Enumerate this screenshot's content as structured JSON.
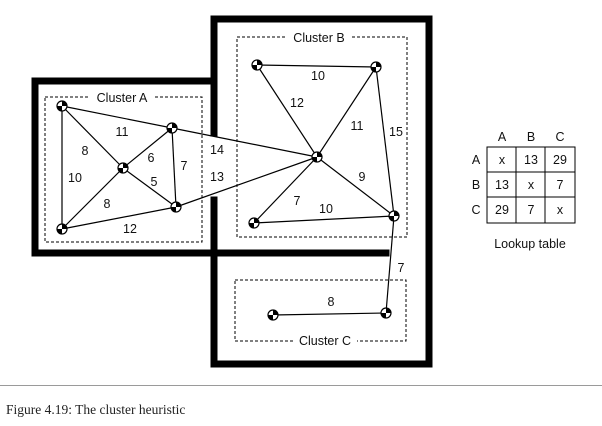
{
  "diagram": {
    "clusters": [
      {
        "id": "A",
        "label": "Cluster A"
      },
      {
        "id": "B",
        "label": "Cluster B"
      },
      {
        "id": "C",
        "label": "Cluster C"
      }
    ],
    "edge_weights": {
      "a_n1_n2": "11",
      "a_n1_n3": "8",
      "a_n1_n5": "10",
      "a_n3_n2": "6",
      "a_n3_n4": "5",
      "a_n2_n4": "7",
      "a_n3_n5": "8",
      "a_n5_n4": "12",
      "ab_upper": "14",
      "ab_lower": "13",
      "b_top": "10",
      "b_n1_center": "12",
      "b_n2_center": "11",
      "b_right": "15",
      "b_center_n3": "7",
      "b_center_n4": "9",
      "b_bottom": "10",
      "bc_link": "7",
      "c_edge": "8"
    },
    "lookup_table": {
      "caption": "Lookup table",
      "headers": [
        "A",
        "B",
        "C"
      ],
      "rows": [
        {
          "label": "A",
          "cells": [
            "x",
            "13",
            "29"
          ]
        },
        {
          "label": "B",
          "cells": [
            "13",
            "x",
            "7"
          ]
        },
        {
          "label": "C",
          "cells": [
            "29",
            "7",
            "x"
          ]
        }
      ]
    }
  },
  "figure_caption": "Figure 4.19: The cluster heuristic"
}
